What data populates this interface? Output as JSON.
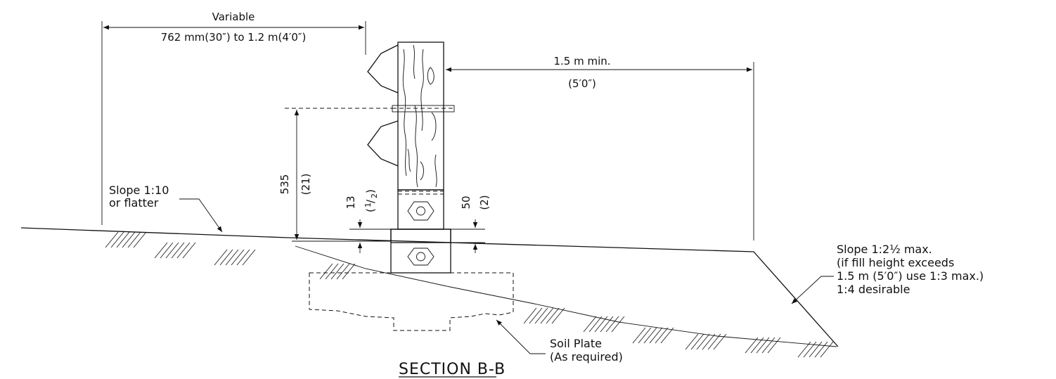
{
  "dimensions": {
    "top_label": "Variable",
    "top_value": "762 mm(30″) to 1.2 m(4′0″)",
    "right_value": "1.5 m min.",
    "right_value_imperial": "(5′0″)",
    "height_value": "535",
    "height_value_imperial": "(21)",
    "gap_left": "13",
    "gap_left_imperial_num": "1",
    "gap_left_imperial_den": "2",
    "gap_right": "50",
    "gap_right_imperial": "(2)"
  },
  "notes": {
    "slope_left_line1": "Slope 1:10",
    "slope_left_line2": "or flatter",
    "slope_right_line1": "Slope 1:2½ max.",
    "slope_right_line2": "(if fill height exceeds",
    "slope_right_line3": "1.5 m (5′0″) use 1:3 max.)",
    "slope_right_line4": "1:4 desirable",
    "soil_plate_line1": "Soil Plate",
    "soil_plate_line2": "(As required)"
  },
  "title": "SECTION B-B"
}
